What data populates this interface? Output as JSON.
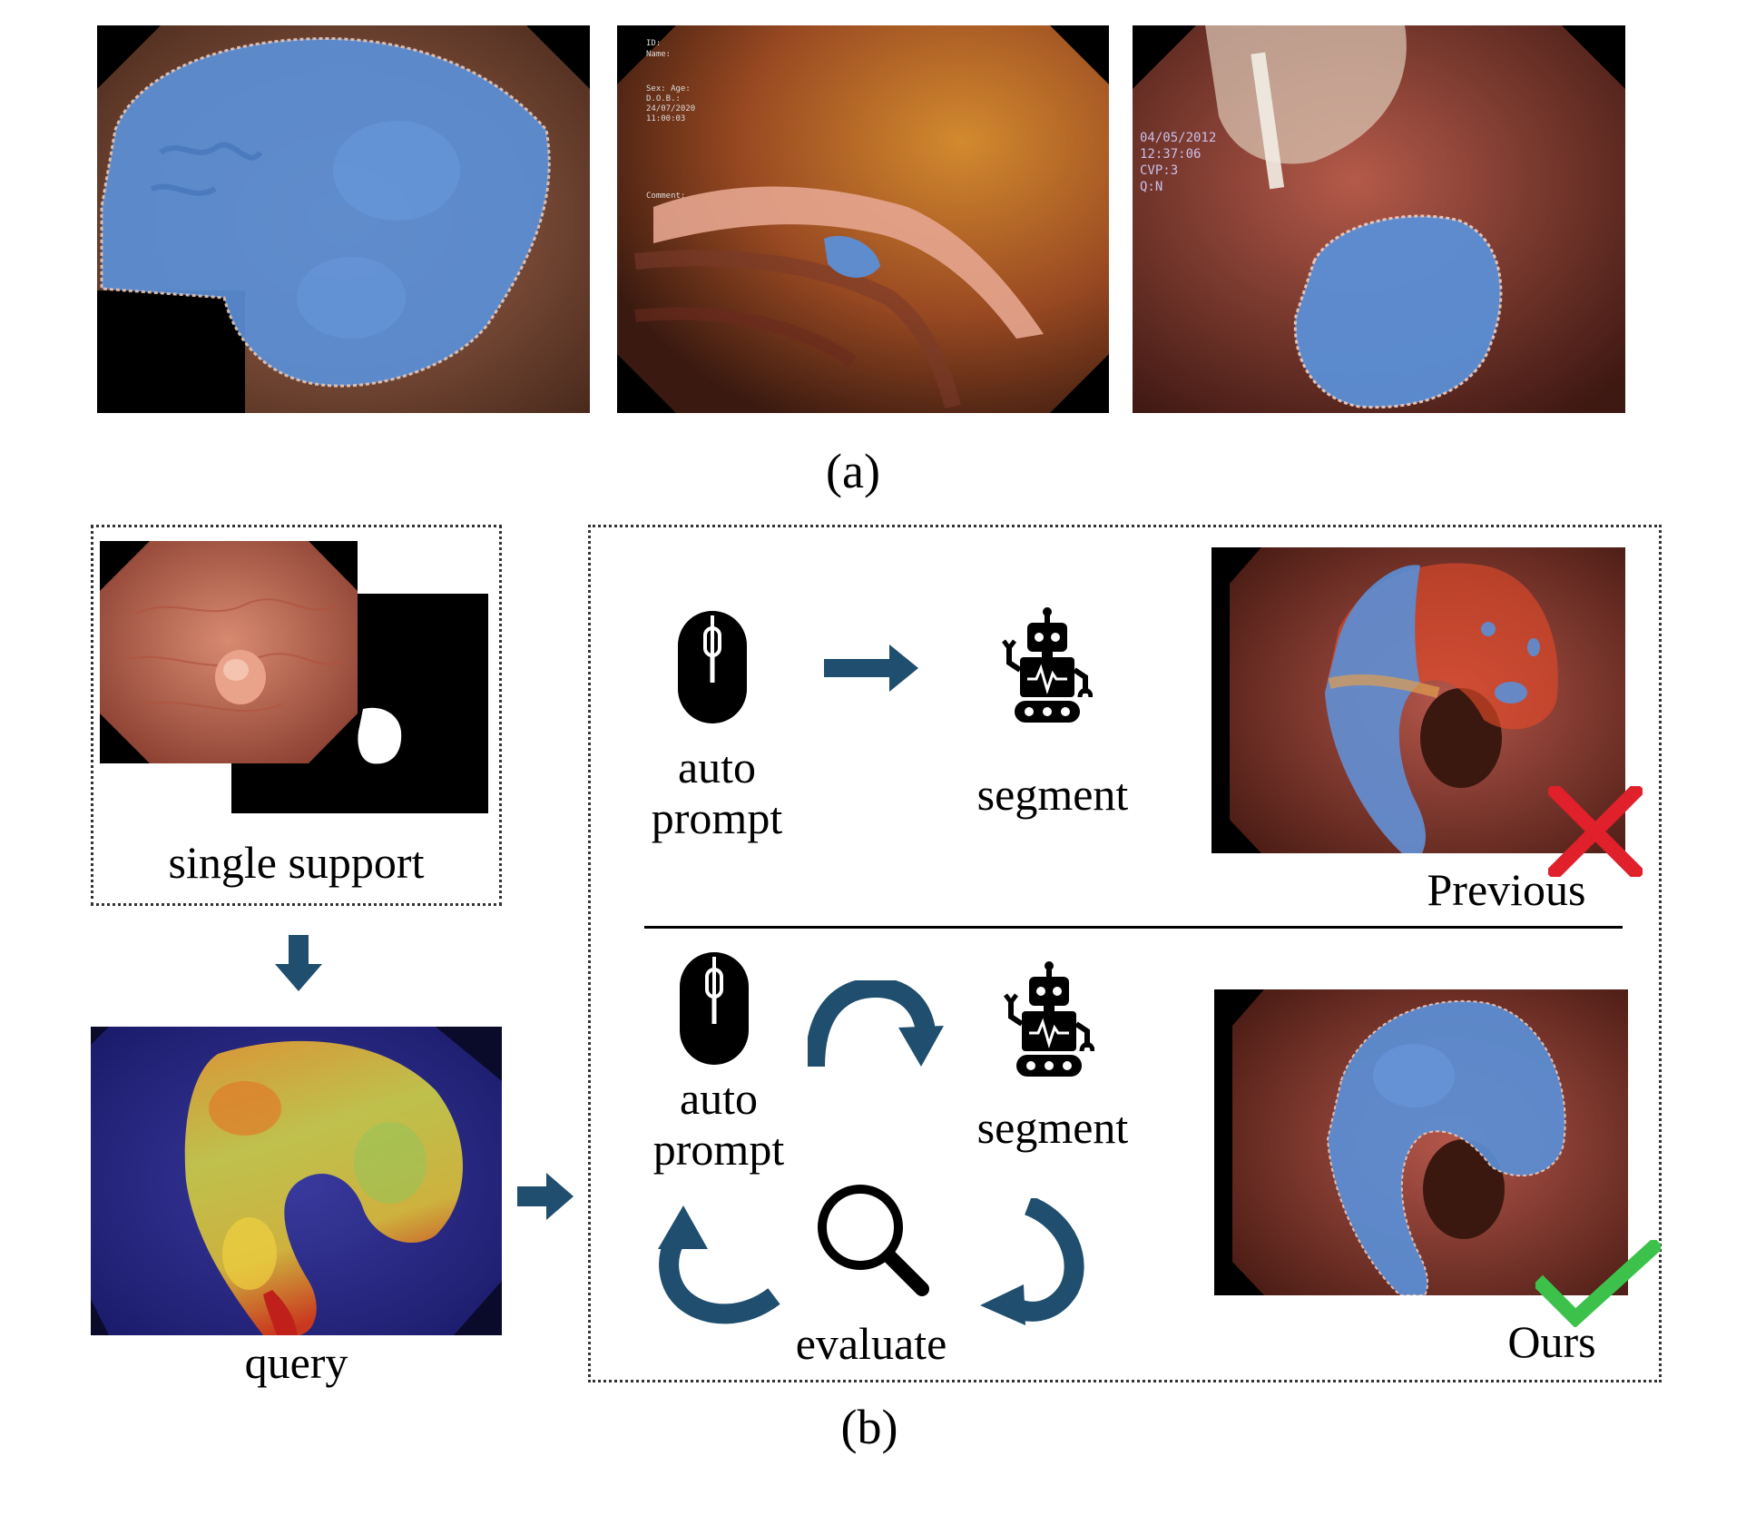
{
  "panel_a": {
    "caption": "(a)",
    "overlay_texts": {
      "img2_header": [
        "ID:",
        "Name:"
      ],
      "img2_meta": [
        "Sex: Age:",
        "D.O.B.:",
        "24/07/2020",
        "11:00:03"
      ],
      "img2_comment": "Comment:",
      "img3_meta": [
        "04/05/2012",
        "12:37:06",
        "CVP:3",
        "Q:N"
      ]
    }
  },
  "panel_b": {
    "caption": "(b)",
    "support_label": "single support",
    "query_label": "query",
    "previous": {
      "auto_prompt_line1": "auto",
      "auto_prompt_line2": "prompt",
      "segment": "segment",
      "result_label": "Previous"
    },
    "ours": {
      "auto_prompt_line1": "auto",
      "auto_prompt_line2": "prompt",
      "segment": "segment",
      "evaluate": "evaluate",
      "result_label": "Ours"
    }
  },
  "colors": {
    "mask_blue": "#5b8fd6",
    "arrow_teal": "#1f4e6e",
    "cross_red": "#e0202a",
    "check_green": "#3cc24a"
  },
  "icons": [
    "mouse-icon",
    "robot-icon",
    "magnifier-icon",
    "arrow-right-icon",
    "arrow-down-icon",
    "curved-arrow-icon",
    "cross-icon",
    "check-icon"
  ]
}
